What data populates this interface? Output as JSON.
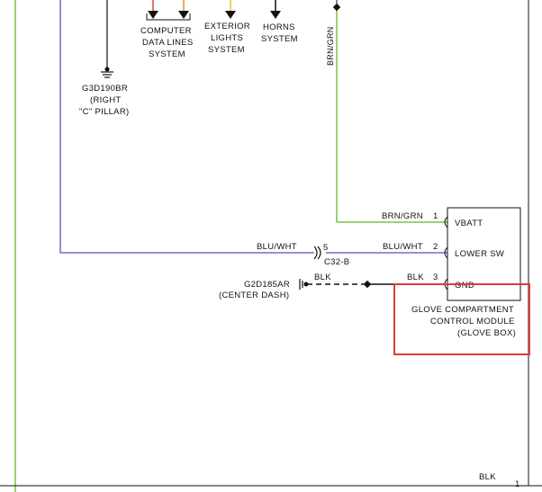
{
  "systems": {
    "computer_data_lines": [
      "COMPUTER",
      "DATA LINES",
      "SYSTEM"
    ],
    "exterior_lights": [
      "EXTERIOR",
      "LIGHTS",
      "SYSTEM"
    ],
    "horns": [
      "HORNS",
      "SYSTEM"
    ]
  },
  "ground_right_pillar": [
    "G3D190BR",
    "(RIGHT",
    "\"C\" PILLAR)"
  ],
  "ground_center_dash": [
    "G2D185AR",
    "(CENTER DASH)"
  ],
  "wires": {
    "brn_grn_vertical": "BRN/GRN",
    "brn_grn_h": "BRN/GRN",
    "blu_wht_left": "BLU/WHT",
    "blu_wht_right": "BLU/WHT",
    "blk_ground": "BLK",
    "blk_module": "BLK",
    "blk_bottom": "BLK"
  },
  "connector": {
    "pin": "5",
    "id": "C32-B"
  },
  "module": {
    "pins": [
      {
        "number": "1",
        "name": "VBATT"
      },
      {
        "number": "2",
        "name": "LOWER SW"
      },
      {
        "number": "3",
        "name": "GND"
      }
    ],
    "title": [
      "GLOVE COMPARTMENT",
      "CONTROL MODULE",
      "(GLOVE BOX)"
    ]
  },
  "bottom_pin": "1",
  "colors": {
    "wire_green": "#7dc242",
    "wire_blue": "#4a55c8",
    "wire_black": "#111111",
    "wire_red": "#d64545",
    "wire_orange": "#e0902a",
    "wire_yellow": "#e8c21f",
    "highlight_red": "#e03a3a"
  }
}
